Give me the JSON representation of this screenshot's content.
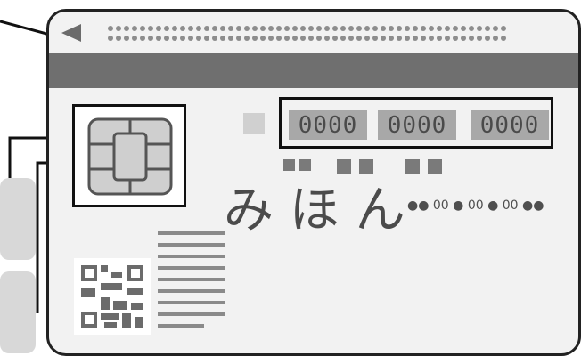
{
  "card": {
    "back_arrow_icon": "left-arrow-icon",
    "card_number": [
      "0000",
      "0000",
      "0000"
    ],
    "name_text": "み ほ ん",
    "qr_icon": "qr-code-icon",
    "chip_icon": "ic-chip-icon",
    "dotted_code": "●● 00 ● 00 ● 00 ●●",
    "colors": {
      "card_bg": "#f2f2f2",
      "stripe": "#6f6f6f",
      "outline": "#111111",
      "number_block": "#a8a8a8",
      "number_text": "#4a4a4a"
    }
  }
}
